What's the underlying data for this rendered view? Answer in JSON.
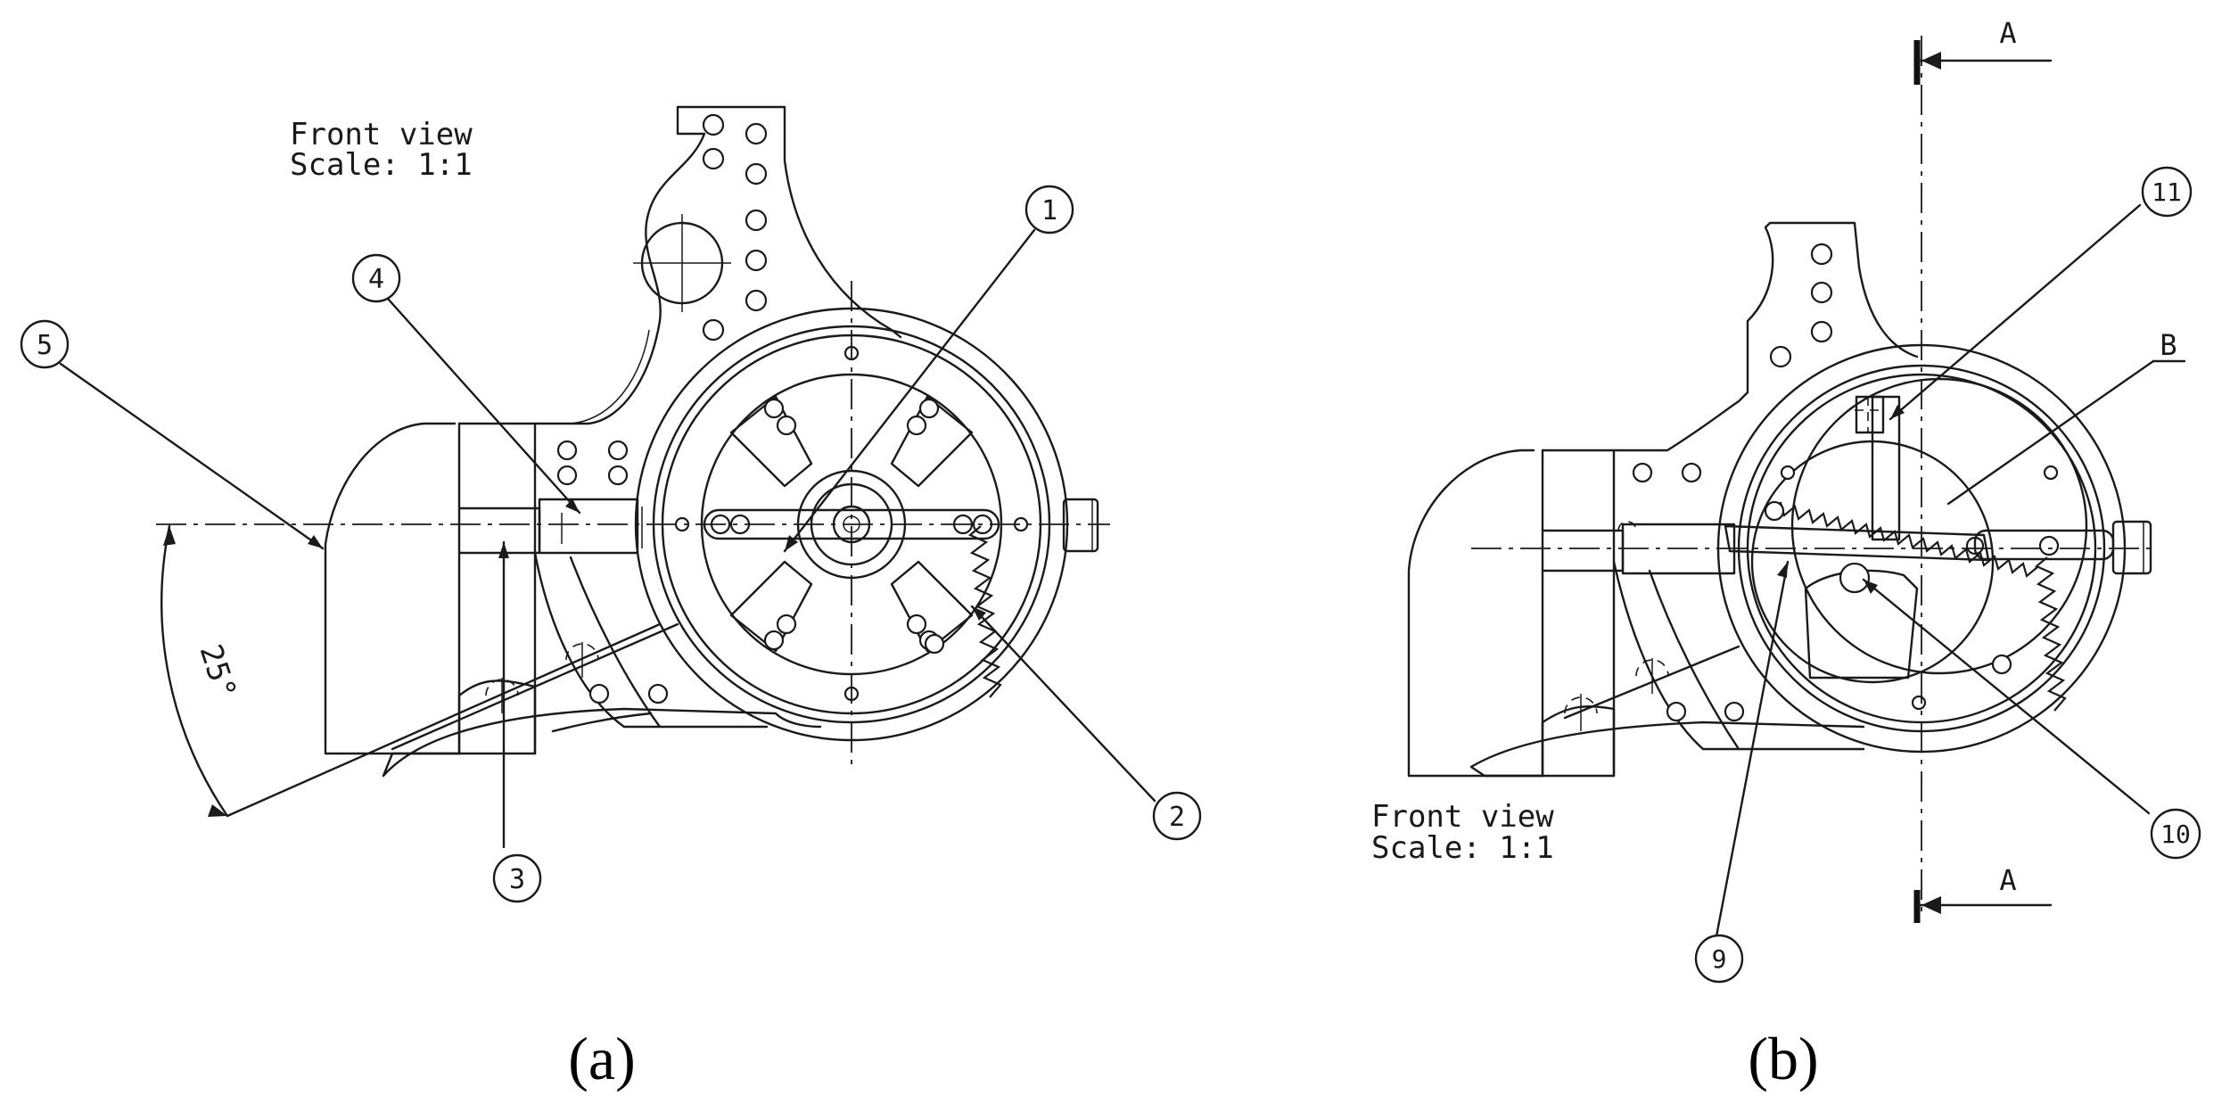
{
  "panel_a": {
    "view_label": "Front view",
    "scale_label": "Scale:  1:1",
    "angle_label": "25°",
    "caption": "(a)",
    "balloons": [
      "1",
      "2",
      "3",
      "4",
      "5"
    ]
  },
  "panel_b": {
    "view_label": "Front view",
    "scale_label": "Scale:  1:1",
    "section_top": "A",
    "section_bottom": "A",
    "detail_label": "B",
    "caption": "(b)",
    "balloons": [
      "9",
      "10",
      "11"
    ]
  }
}
